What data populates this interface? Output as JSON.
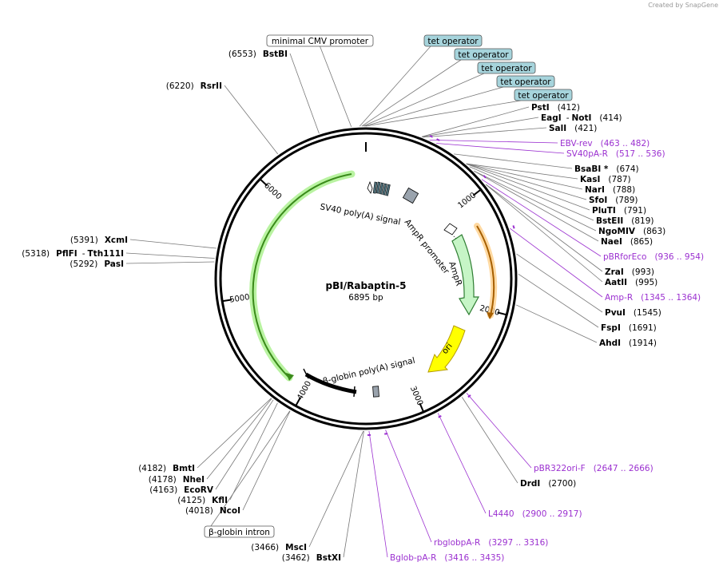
{
  "credit": "Created by SnapGene",
  "plasmid": {
    "name": "pBI/Rabaptin-5",
    "length": "6895 bp",
    "total_bp": 6895
  },
  "ticks": [
    {
      "bp": 1000,
      "label": "1000"
    },
    {
      "bp": 2000,
      "label": "2000"
    },
    {
      "bp": 3000,
      "label": "3000"
    },
    {
      "bp": 4000,
      "label": "4000"
    },
    {
      "bp": 5000,
      "label": "5000"
    },
    {
      "bp": 6000,
      "label": "6000"
    }
  ],
  "boxed_labels": [
    {
      "text": "minimal CMV promoter",
      "bp": 6790,
      "style": "white"
    },
    {
      "text": "tet operator",
      "bp": 6850,
      "style": "teal"
    },
    {
      "text": "tet operator",
      "bp": 6865,
      "style": "teal"
    },
    {
      "text": "tet operator",
      "bp": 6875,
      "style": "teal"
    },
    {
      "text": "tet operator",
      "bp": 6885,
      "style": "teal"
    },
    {
      "text": "tet operator",
      "bp": 6893,
      "style": "teal"
    },
    {
      "text": "β-globin intron",
      "bp": 4020,
      "style": "white"
    }
  ],
  "right_sites": [
    {
      "name": "PstI",
      "pos": "(412)",
      "bp": 412
    },
    {
      "name": "EagI",
      "name2": "NotI",
      "pos": "(414)",
      "bp": 414
    },
    {
      "name": "SalI",
      "pos": "(421)",
      "bp": 421
    },
    {
      "name": "EBV-rev",
      "pos": "(463 .. 482)",
      "bp": 472,
      "primer": true
    },
    {
      "name": "SV40pA-R",
      "pos": "(517 .. 536)",
      "bp": 526,
      "primer": true
    },
    {
      "name": "BsaBI *",
      "pos": "(674)",
      "bp": 674
    },
    {
      "name": "KasI",
      "pos": "(787)",
      "bp": 787
    },
    {
      "name": "NarI",
      "pos": "(788)",
      "bp": 788
    },
    {
      "name": "SfoI",
      "pos": "(789)",
      "bp": 789
    },
    {
      "name": "PluTI",
      "pos": "(791)",
      "bp": 791
    },
    {
      "name": "BstEII",
      "pos": "(819)",
      "bp": 819
    },
    {
      "name": "NgoMIV",
      "pos": "(863)",
      "bp": 863
    },
    {
      "name": "NaeI",
      "pos": "(865)",
      "bp": 865
    },
    {
      "name": "pBRforEco",
      "pos": "(936 .. 954)",
      "bp": 945,
      "primer": true
    },
    {
      "name": "ZraI",
      "pos": "(993)",
      "bp": 993
    },
    {
      "name": "AatII",
      "pos": "(995)",
      "bp": 995
    },
    {
      "name": "Amp-R",
      "pos": "(1345 .. 1364)",
      "bp": 1355,
      "primer": true
    },
    {
      "name": "PvuI",
      "pos": "(1545)",
      "bp": 1545
    },
    {
      "name": "FspI",
      "pos": "(1691)",
      "bp": 1691
    },
    {
      "name": "AhdI",
      "pos": "(1914)",
      "bp": 1914
    }
  ],
  "bottom_right_sites": [
    {
      "name": "pBR322ori-F",
      "pos": "(2647 .. 2666)",
      "bp": 2656,
      "primer": true
    },
    {
      "name": "DrdI",
      "pos": "(2700)",
      "bp": 2700
    },
    {
      "name": "L4440",
      "pos": "(2900 .. 2917)",
      "bp": 2908,
      "primer": true
    },
    {
      "name": "rbglobpA-R",
      "pos": "(3297 .. 3316)",
      "bp": 3306,
      "primer": true
    },
    {
      "name": "Bglob-pA-R",
      "pos": "(3416 .. 3435)",
      "bp": 3425,
      "primer": true
    }
  ],
  "left_sites": [
    {
      "name": "BstBI",
      "pos": "(6553)",
      "bp": 6553
    },
    {
      "name": "RsrII",
      "pos": "(6220)",
      "bp": 6220
    },
    {
      "name": "XcmI",
      "pos": "(5391)",
      "bp": 5391
    },
    {
      "name": "PflFI",
      "name2": "Tth111I",
      "pos": "(5318)",
      "bp": 5318
    },
    {
      "name": "PasI",
      "pos": "(5292)",
      "bp": 5292
    },
    {
      "name": "BmtI",
      "pos": "(4182)",
      "bp": 4182
    },
    {
      "name": "NheI",
      "pos": "(4178)",
      "bp": 4178
    },
    {
      "name": "EcoRV",
      "pos": "(4163)",
      "bp": 4163
    },
    {
      "name": "KflI",
      "pos": "(4125)",
      "bp": 4125
    },
    {
      "name": "NcoI",
      "pos": "(4018)",
      "bp": 4018
    },
    {
      "name": "MscI",
      "pos": "(3466)",
      "bp": 3466
    },
    {
      "name": "BstXI",
      "pos": "(3462)",
      "bp": 3462
    }
  ],
  "inner_labels": {
    "sv40": "SV40 poly(A) signal",
    "ampr_promoter": "AmpR promoter",
    "ampr": "AmpR",
    "ori": "ori",
    "bglobin": "β-globin poly(A) signal"
  },
  "colors": {
    "primer": "#9b30d0",
    "teal_box": "#a6d4dc",
    "ampr_fill": "#c6f5c6",
    "ori_fill": "#ffff00",
    "rabaptin_arrow": "#3a8a1a",
    "orange_arrow": "#c77a1a"
  }
}
